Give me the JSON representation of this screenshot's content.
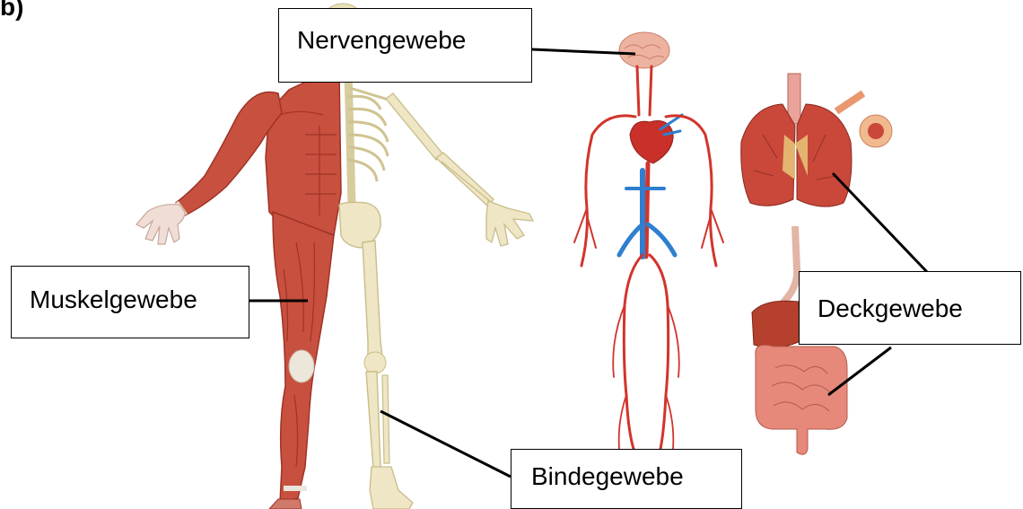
{
  "figure": {
    "part_label": "b)"
  },
  "labels": {
    "nervengewebe": "Nervengewebe",
    "muskelgewebe": "Muskelgewebe",
    "deckgewebe": "Deckgewebe",
    "bindegewebe": "Bindegewebe"
  },
  "colors": {
    "muscle": "#c8503f",
    "muscle_dark": "#9e3326",
    "bone": "#eee6c4",
    "bone_stroke": "#c9bd8a",
    "artery": "#d2342c",
    "vein": "#2f7fd0",
    "lung": "#c9483a",
    "liver": "#b5402d",
    "intestine": "#e7897a",
    "brain": "#eeb2a0",
    "line": "#000000"
  }
}
